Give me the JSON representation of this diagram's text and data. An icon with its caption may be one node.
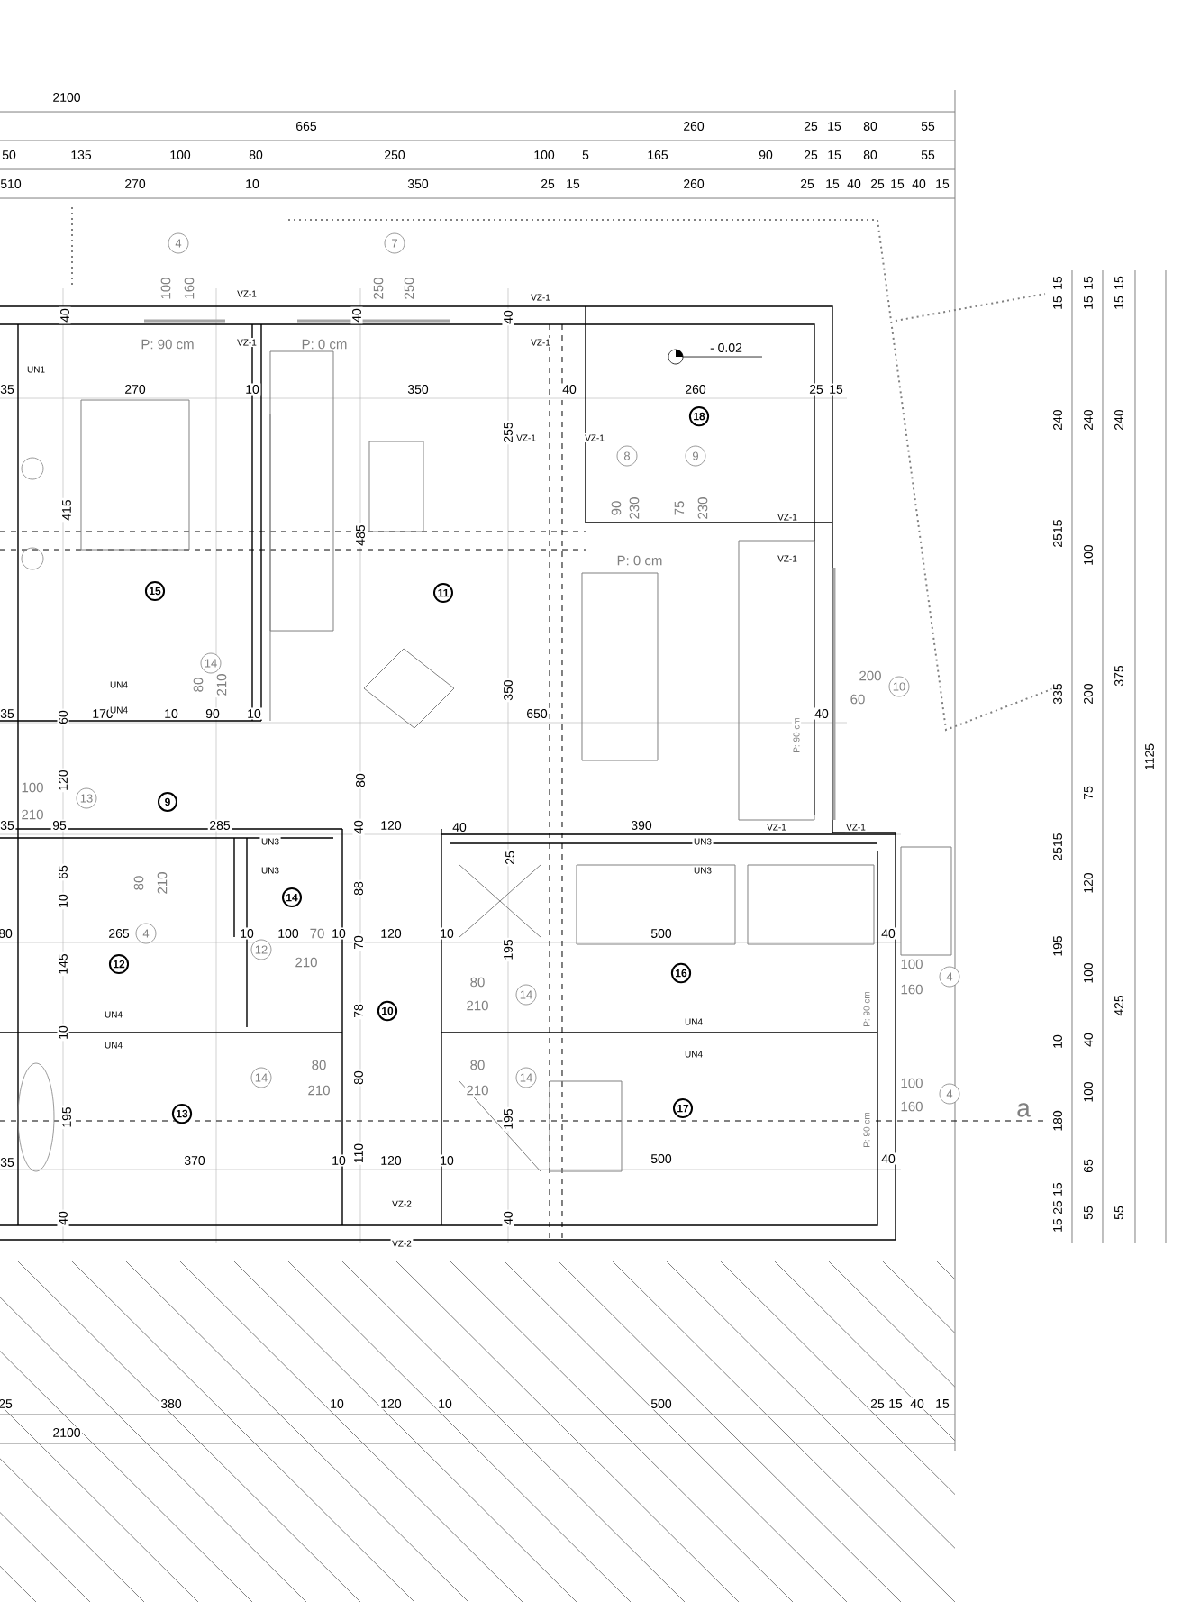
{
  "diagram": {
    "labels": [
      "2100",
      "665",
      "260",
      "25",
      "15",
      "80",
      "55",
      "50",
      "135",
      "100",
      "80",
      "250",
      "100",
      "5",
      "165",
      "90",
      "25",
      "15",
      "80",
      "55",
      "510",
      "270",
      "10",
      "350",
      "25",
      "15",
      "260",
      "25",
      "15",
      "40",
      "25",
      "15",
      "40",
      "15",
      "4",
      "100",
      "160",
      "P: 90 cm",
      "7",
      "250",
      "250",
      "P: 0 cm",
      "40",
      "40",
      "40",
      "35",
      "270",
      "10",
      "350",
      "40",
      "260",
      "25",
      "15",
      "- 0.02",
      "18",
      "255",
      "415",
      "485",
      "15",
      "11",
      "8",
      "9",
      "90",
      "230",
      "75",
      "230",
      "P: 0 cm",
      "14",
      "80",
      "210",
      "35",
      "60",
      "170",
      "10",
      "90",
      "10",
      "350",
      "650",
      "40",
      "200",
      "60",
      "10",
      "P: 90 cm",
      "15",
      "15",
      "240",
      "2515",
      "335",
      "2515",
      "195",
      "10",
      "180",
      "15",
      "25",
      "15",
      "15",
      "15",
      "240",
      "100",
      "200",
      "75",
      "120",
      "100",
      "40",
      "100",
      "65",
      "55",
      "15",
      "15",
      "240",
      "375",
      "425",
      "55",
      "1125",
      "a",
      "100",
      "120",
      "13",
      "210",
      "9",
      "35",
      "95",
      "285",
      "40",
      "120",
      "40",
      "80",
      "65",
      "80",
      "210",
      "14",
      "88",
      "25",
      "10",
      "80",
      "265",
      "4",
      "10",
      "100",
      "70",
      "10",
      "70",
      "120",
      "10",
      "195",
      "145",
      "12",
      "12",
      "210",
      "80",
      "210",
      "14",
      "78",
      "10",
      "10",
      "80",
      "210",
      "14",
      "80",
      "80",
      "210",
      "14",
      "195",
      "13",
      "195",
      "35",
      "370",
      "10",
      "120",
      "10",
      "110",
      "40",
      "40",
      "390",
      "500",
      "40",
      "16",
      "100",
      "160",
      "4",
      "P: 90 cm",
      "17",
      "100",
      "160",
      "4",
      "P: 90 cm",
      "500",
      "40",
      "VZ-1",
      "VZ-1",
      "VZ-1",
      "VZ-1",
      "VZ-1",
      "VZ-1",
      "VZ-1",
      "VZ-1",
      "VZ-1",
      "VZ-1",
      "VZ-2",
      "VZ-2",
      "UN4",
      "UN4",
      "UN4",
      "UN4",
      "UN4",
      "UN4",
      "UN3",
      "UN3",
      "UN3",
      "UN3",
      "UN1",
      "25",
      "380",
      "10",
      "120",
      "10",
      "500",
      "25",
      "15",
      "40",
      "15",
      "2100"
    ]
  }
}
